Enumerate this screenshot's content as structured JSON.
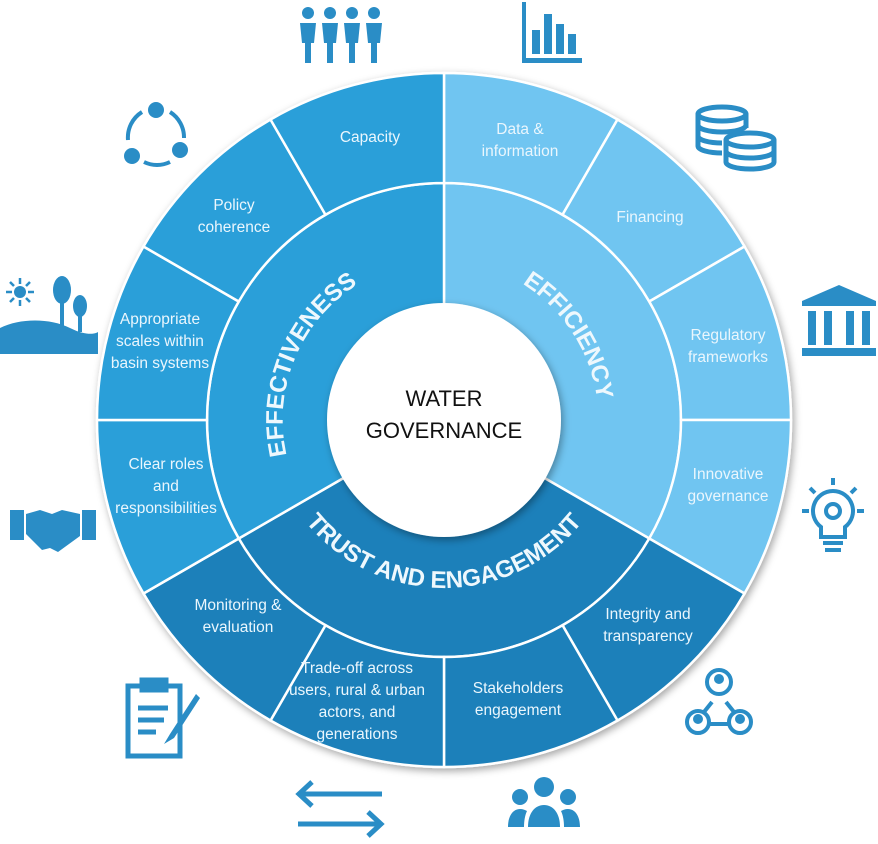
{
  "center": {
    "line1": "WATER",
    "line2": "GOVERNANCE"
  },
  "dimensions": {
    "effectiveness": "EFFECTIVENESS",
    "efficiency": "EFFICIENCY",
    "trust": "TRUST AND ENGAGEMENT"
  },
  "principles": {
    "capacity": "Capacity",
    "policy": [
      "Policy",
      "coherence"
    ],
    "scales": [
      "Appropriate",
      "scales within",
      "basin systems"
    ],
    "roles": [
      "Clear roles",
      "and",
      "responsibilities"
    ],
    "data": [
      "Data &",
      "information"
    ],
    "financing": "Financing",
    "regulatory": [
      "Regulatory",
      "frameworks"
    ],
    "innovative": [
      "Innovative",
      "governance"
    ],
    "integrity": [
      "Integrity and",
      "transparency"
    ],
    "stakeholders": [
      "Stakeholders",
      "engagement"
    ],
    "tradeoff": [
      "Trade-off across",
      "users, rural & urban",
      "actors, and",
      "generations"
    ],
    "monitoring": [
      "Monitoring &",
      "evaluation"
    ]
  },
  "colors": {
    "effectiveness": "#2a9fd9",
    "efficiency": "#6fc5f1",
    "trust": "#1b80ba",
    "icon": "#2a8dc6"
  }
}
